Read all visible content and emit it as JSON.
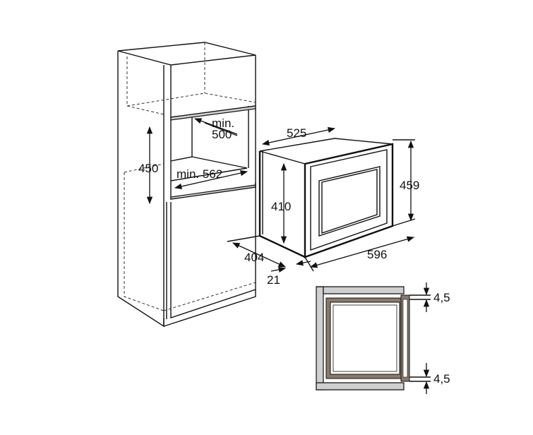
{
  "labels": {
    "min500_a": "min.",
    "min500_b": "500",
    "d450": "450",
    "min562": "min. 562",
    "d525": "525",
    "d410": "410",
    "d459": "459",
    "d404": "404",
    "d596": "596",
    "d21": "21",
    "gap_top": "4,5",
    "gap_bottom": "4,5"
  }
}
